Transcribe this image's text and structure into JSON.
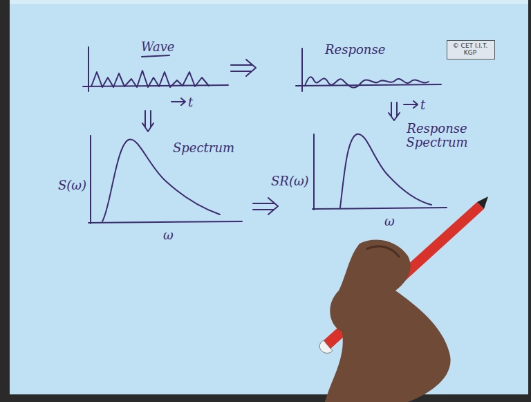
{
  "diagram": {
    "nodes": [
      {
        "text": [
          "© CET I.I.T. KGP"
        ]
      }
    ],
    "labels": [
      "Wave",
      "t",
      "Response",
      "t",
      "Spectrum",
      "S(ω)",
      "ω",
      "SR(ω)",
      "Response Spectrum",
      "ω"
    ]
  }
}
